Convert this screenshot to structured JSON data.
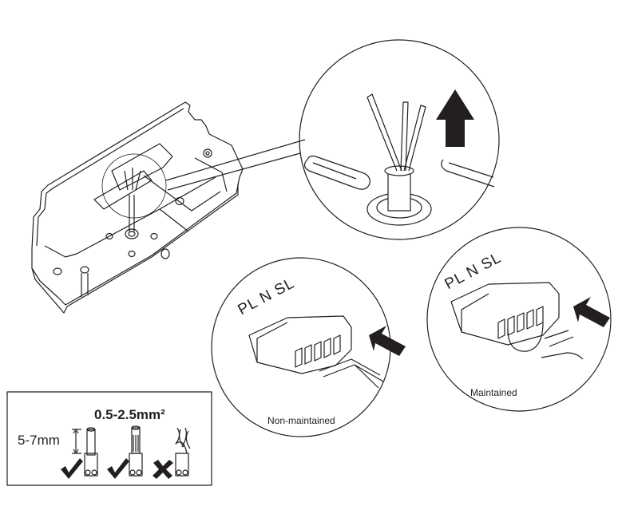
{
  "figure": {
    "zoom_top": {
      "description_icon": "arrow-up-icon"
    },
    "non_maintained": {
      "terminal_labels": "PL N SL",
      "caption": "Non-maintained"
    },
    "maintained": {
      "terminal_labels": "PL N SL",
      "caption": "Maintained"
    },
    "wire_spec": {
      "cross_section": "0.5-2.5mm²",
      "strip_length": "5-7mm",
      "checks": [
        "check-icon",
        "check-icon",
        "cross-icon"
      ]
    },
    "colors": {
      "ink": "#231f20",
      "paper": "#ffffff"
    }
  }
}
